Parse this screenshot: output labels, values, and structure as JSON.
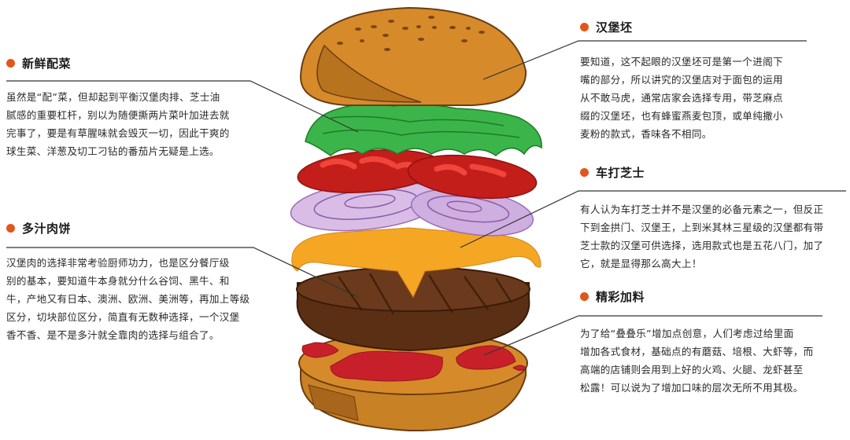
{
  "colors": {
    "bullet": "#e2561c",
    "rule": "#333333",
    "bun": "#d68a2a",
    "bun_shade": "#b8731f",
    "bun_outline": "#6b3d12",
    "lettuce": "#3bb54a",
    "tomato": "#d42a1f",
    "onion": "#c9a6dc",
    "cheese": "#f5a623",
    "patty": "#6b3a1c",
    "ketchup": "#c8202a"
  },
  "sections": [
    {
      "id": "bun",
      "title": "汉堡坯",
      "lines": [
        "要知道，这不起眼的汉堡坯可是第一个进阁下",
        "嘴的部分，所以讲究的汉堡店对于面包的运用",
        "从不敢马虎，通常店家会选择专用，带芝麻点",
        "缀的汉堡坯，也有蜂蜜燕麦包顶，或单纯撒小",
        "麦粉的款式，香味各不相同。"
      ]
    },
    {
      "id": "fresh-veg",
      "title": "新鲜配菜",
      "lines": [
        "虽然是“配”菜，但却起到平衡汉堡肉排、芝士油",
        "腻感的重要杠杆，别以为随便撕两片菜叶加进去就",
        "完事了，要是有草腥味就会毁灭一切，因此干爽的",
        "球生菜、洋葱及切工刁钻的番茄片无疑是上选。"
      ]
    },
    {
      "id": "cheddar",
      "title": "车打芝士",
      "lines": [
        "有人认为车打芝士并不是汉堡的必备元素之一，但反正",
        "下到金拱门、汉堡王，上到米其林三星级的汉堡都有带",
        "芝士款的汉堡可供选择，选用款式也是五花八门，加了",
        "它，就是显得那么高大上！"
      ]
    },
    {
      "id": "patty",
      "title": "多汁肉饼",
      "lines": [
        "汉堡肉的选择非常考验厨师功力，也是区分餐厅级",
        "别的基本，要知道牛本身就分什么谷饲、黑牛、和",
        "牛，产地又有日本、澳洲、欧洲、美洲等，再加上等级",
        "区分，切块部位区分，简直有无数种选择，一个汉堡",
        "香不香、是不是多汁就全靠肉的选择与组合了。"
      ]
    },
    {
      "id": "toppings",
      "title": "精彩加料",
      "lines": [
        "为了给“叠叠乐”增加点创意，人们考虑过给里面",
        "增加各式食材，基础点的有蘑菇、培根、大虾等，而",
        "高端的店铺则会用到上好的火鸡、火腿、龙虾甚至",
        "松露！可以说为了增加口味的层次无所不用其极。"
      ]
    }
  ]
}
